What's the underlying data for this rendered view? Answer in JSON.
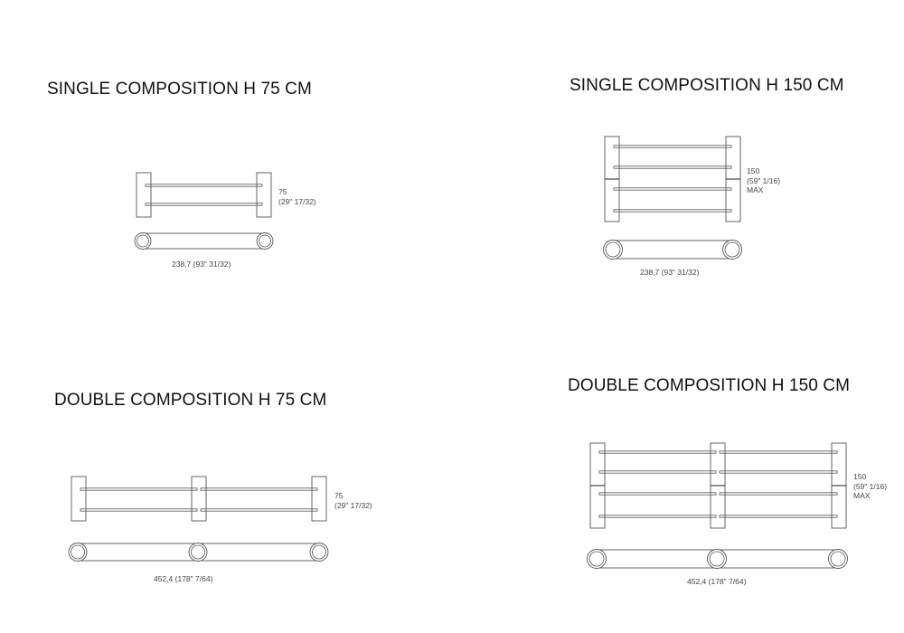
{
  "panels": [
    {
      "title": "SINGLE COMPOSITION H 75 CM",
      "height_dim": [
        "75",
        "(29\" 17/32)"
      ],
      "width_dim": "238,7 (93\" 31/32)"
    },
    {
      "title": "SINGLE COMPOSITION H 150 CM",
      "height_dim": [
        "150",
        "(59\" 1/16)",
        "MAX"
      ],
      "width_dim": "238,7 (93\" 31/32)"
    },
    {
      "title": "DOUBLE COMPOSITION H 75 CM",
      "height_dim": [
        "75",
        "(29\" 17/32)"
      ],
      "width_dim": "452,4 (178\" 7/64)"
    },
    {
      "title": "DOUBLE COMPOSITION H 150 CM",
      "height_dim": [
        "150",
        "(59\" 1/16)",
        "MAX"
      ],
      "width_dim": "452,4 (178\" 7/64)"
    }
  ],
  "colors": {
    "line": "#555555",
    "text": "#111111"
  }
}
